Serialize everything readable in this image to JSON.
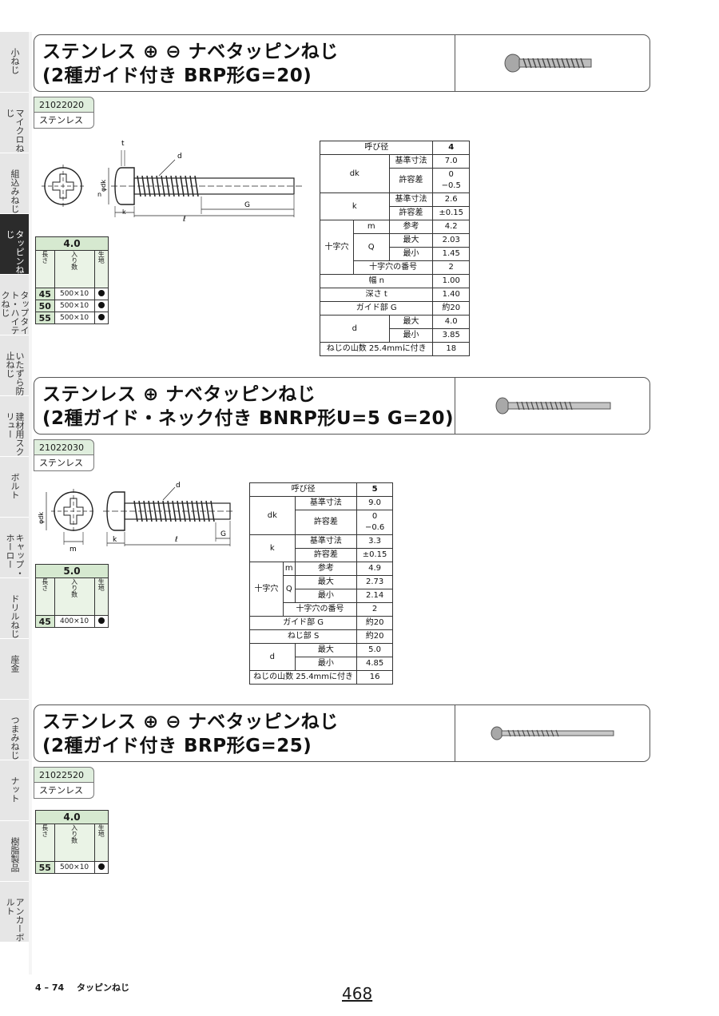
{
  "side_tabs": [
    {
      "label": "小ねじ",
      "active": false
    },
    {
      "label": "マイクロねじ",
      "active": false
    },
    {
      "label": "組込みねじ",
      "active": false
    },
    {
      "label": "タッピンねじ",
      "active": true
    },
    {
      "label": "タップタイト・ハイテクねじ",
      "active": false
    },
    {
      "label": "いたずら防止ねじ",
      "active": false
    },
    {
      "label": "建材用スクリュー",
      "active": false
    },
    {
      "label": "ボルト",
      "active": false
    },
    {
      "label": "キャップ・ホーロー",
      "active": false
    },
    {
      "label": "ドリルねじ",
      "active": false
    },
    {
      "label": "座金",
      "active": false
    },
    {
      "label": "つまみねじ",
      "active": false
    },
    {
      "label": "ナット",
      "active": false
    },
    {
      "label": "樹脂製品",
      "active": false
    },
    {
      "label": "アンカーボルト",
      "active": false
    }
  ],
  "products": [
    {
      "title_line1": "ステンレス ⊕ ⊖ ナベタッピンねじ",
      "title_line2": "(2種ガイド付き BRP形G=20)",
      "code": "21022020",
      "material": "ステンレス",
      "drawing_labels": {
        "t": "t",
        "d": "d",
        "dk": "φdk",
        "n": "n",
        "k": "k",
        "l": "ℓ",
        "g": "G"
      },
      "spec": {
        "size_label": "呼び径",
        "size": "4",
        "dk": "dk",
        "dk_nominal_label": "基準寸法",
        "dk_nominal": "7.0",
        "dk_tol_label": "許容差",
        "dk_tol_upper": "0",
        "dk_tol_lower": "−0.5",
        "k": "k",
        "k_nominal_label": "基準寸法",
        "k_nominal": "2.6",
        "k_tol_label": "許容差",
        "k_tol": "±0.15",
        "cross": "十字穴",
        "m": "m",
        "m_ref_label": "参考",
        "m_ref": "4.2",
        "q": "Q",
        "q_max_label": "最大",
        "q_max": "2.03",
        "q_min_label": "最小",
        "q_min": "1.45",
        "cross_no_label": "十字穴の番号",
        "cross_no": "2",
        "width_label": "幅 n",
        "width": "1.00",
        "depth_label": "深さ t",
        "depth": "1.40",
        "guide_label": "ガイド部 G",
        "guide": "約20",
        "d": "d",
        "d_max_label": "最大",
        "d_max": "4.0",
        "d_min_label": "最小",
        "d_min": "3.85",
        "threads_label": "ねじの山数 25.4mmに付き",
        "threads": "18"
      },
      "qty": {
        "size": "4.0",
        "len_label": "長さ",
        "count_label": "入り数",
        "mat_label": "生地",
        "rows": [
          {
            "len": "45",
            "count": "500×10"
          },
          {
            "len": "50",
            "count": "500×10"
          },
          {
            "len": "55",
            "count": "500×10"
          }
        ]
      }
    },
    {
      "title_line1": "ステンレス ⊕ ナベタッピンねじ",
      "title_line2": "(2種ガイド・ネック付き BNRP形U=5 G=20)",
      "code": "21022030",
      "material": "ステンレス",
      "drawing_labels": {
        "d": "d",
        "dk": "φdk",
        "m": "m",
        "k": "k",
        "l": "ℓ",
        "g": "G"
      },
      "spec": {
        "size_label": "呼び径",
        "size": "5",
        "dk": "dk",
        "dk_nominal_label": "基準寸法",
        "dk_nominal": "9.0",
        "dk_tol_label": "許容差",
        "dk_tol_upper": "0",
        "dk_tol_lower": "−0.6",
        "k": "k",
        "k_nominal_label": "基準寸法",
        "k_nominal": "3.3",
        "k_tol_label": "許容差",
        "k_tol": "±0.15",
        "cross": "十字穴",
        "m": "m",
        "m_ref_label": "参考",
        "m_ref": "4.9",
        "q": "Q",
        "q_max_label": "最大",
        "q_max": "2.73",
        "q_min_label": "最小",
        "q_min": "2.14",
        "cross_no_label": "十字穴の番号",
        "cross_no": "2",
        "guide_label": "ガイド部 G",
        "guide": "約20",
        "thread_part_label": "ねじ部 S",
        "thread_part": "約20",
        "d": "d",
        "d_max_label": "最大",
        "d_max": "5.0",
        "d_min_label": "最小",
        "d_min": "4.85",
        "threads_label": "ねじの山数 25.4mmに付き",
        "threads": "16"
      },
      "qty": {
        "size": "5.0",
        "len_label": "長さ",
        "count_label": "入り数",
        "mat_label": "生地",
        "rows": [
          {
            "len": "45",
            "count": "400×10"
          }
        ]
      }
    },
    {
      "title_line1": "ステンレス ⊕ ⊖ ナベタッピンねじ",
      "title_line2": "(2種ガイド付き BRP形G=25)",
      "code": "21022520",
      "material": "ステンレス",
      "qty": {
        "size": "4.0",
        "len_label": "長さ",
        "count_label": "入り数",
        "mat_label": "生地",
        "rows": [
          {
            "len": "55",
            "count": "500×10"
          }
        ]
      }
    }
  ],
  "footer": {
    "section": "4 – 74",
    "category": "タッピンねじ",
    "page": "468"
  }
}
